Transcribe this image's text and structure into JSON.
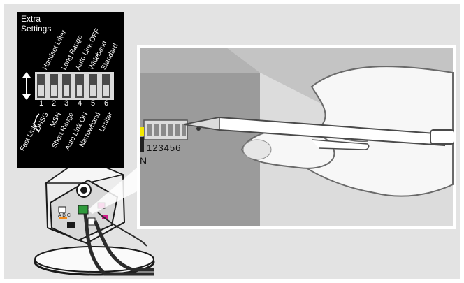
{
  "panel": {
    "title_line1": "Extra",
    "title_line2": "Settings",
    "upper_labels": [
      "Handset Lifter",
      "Long Range",
      "Auto Link OFF",
      "Wideband",
      "Standard"
    ],
    "lower_labels": [
      "Fast Link",
      "DHSG",
      "MSH",
      "Short Range",
      "Auto Link ON",
      "Narrowband",
      "Limiter"
    ],
    "switch_numbers": [
      "1",
      "2",
      "3",
      "4",
      "5",
      "6"
    ]
  },
  "photo": {
    "port_numbers": "123456",
    "side_letter": "N"
  },
  "base": {
    "abc_label": "A B C"
  },
  "colors": {
    "background": "#e3e3e3",
    "panel": "#000000",
    "connector_green": "#2f9a3c",
    "connector_magenta": "#d01c8b",
    "connector_orange": "#f08a1c",
    "port_yellow": "#f2e600"
  }
}
